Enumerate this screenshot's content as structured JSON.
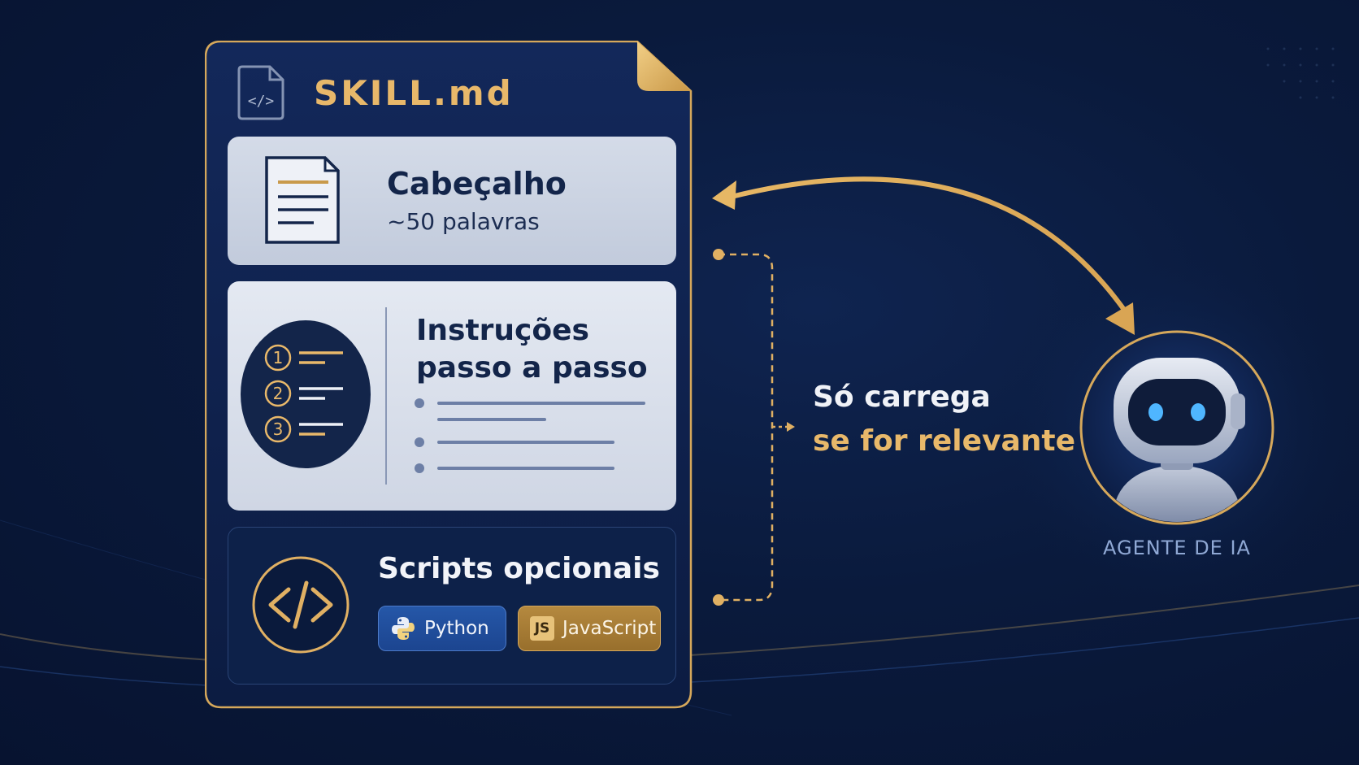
{
  "document": {
    "title": "SKILL.md",
    "file_icon": "code-file-icon"
  },
  "sections": {
    "header": {
      "title": "Cabeçalho",
      "subtitle": "~50 palavras",
      "icon": "document-lines-icon"
    },
    "steps": {
      "title": "Instruções passo a passo",
      "icon": "numbered-list-icon",
      "step_numbers": [
        "1",
        "2",
        "3"
      ]
    },
    "scripts": {
      "title": "Scripts opcionais",
      "icon": "code-brackets-icon",
      "badges": {
        "python": "Python",
        "js_mark": "JS",
        "javascript": "JavaScript"
      }
    }
  },
  "note": {
    "line1": "Só carrega",
    "line2": "se for relevante"
  },
  "agent": {
    "label": "AGENTE DE IA",
    "icon": "robot-icon"
  },
  "colors": {
    "accent_gold": "#e8b86a",
    "background_navy": "#0a1a3c",
    "python_blue": "#2557a8",
    "js_gold": "#b5893f"
  }
}
